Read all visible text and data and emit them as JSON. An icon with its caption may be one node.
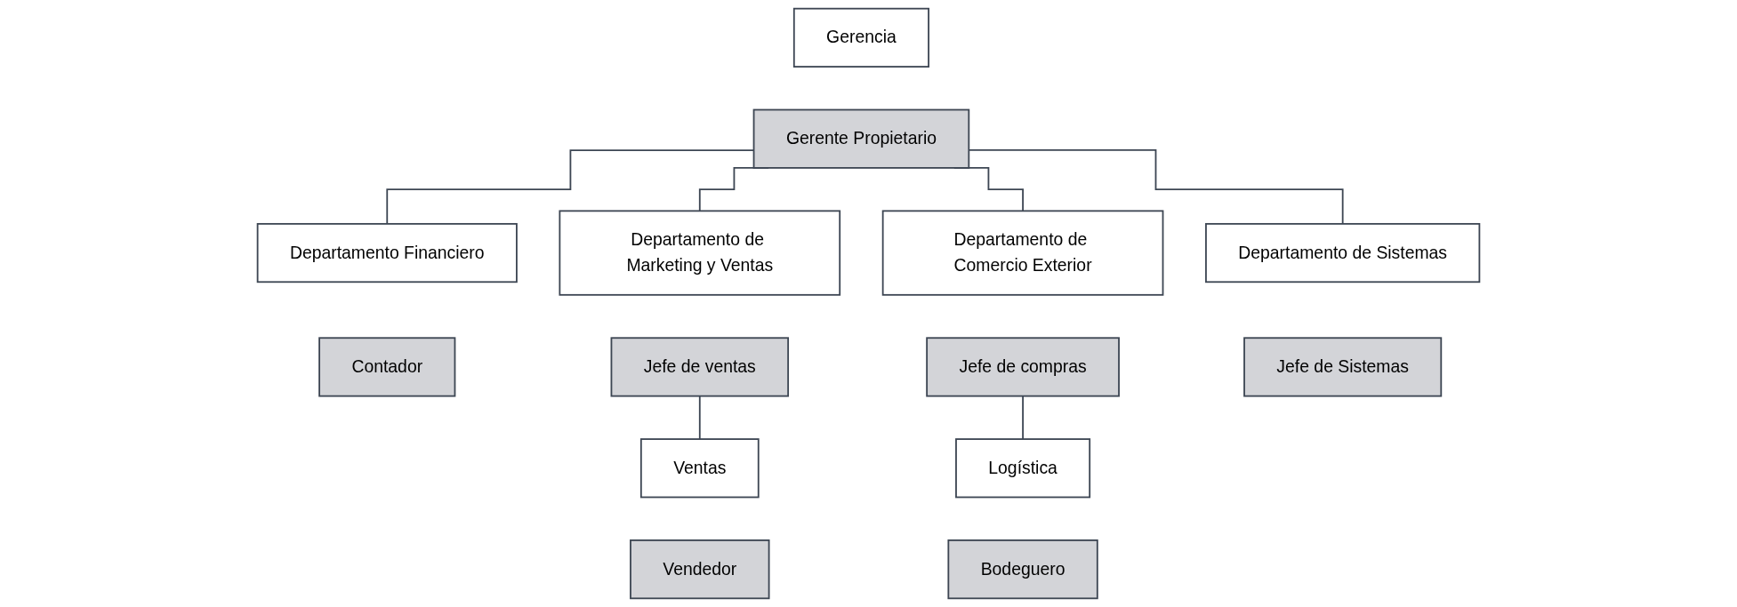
{
  "diagram": {
    "nodes": [
      {
        "text": [
          "Gerencia"
        ]
      },
      {
        "text": [
          "Gerente Propietario"
        ]
      },
      {
        "text": [
          "Departamento Financiero"
        ]
      },
      {
        "text": [
          "Contador"
        ]
      },
      {
        "text": [
          "Departamento de Marketing y Ventas"
        ]
      },
      {
        "text": [
          "Jefe de ventas"
        ]
      },
      {
        "text": [
          "Departamento de Comercio Exterior"
        ]
      },
      {
        "text": [
          "Jefe de compras"
        ]
      },
      {
        "text": [
          "Departamento de Sistemas"
        ]
      },
      {
        "text": [
          "Jefe de Sistemas"
        ]
      },
      {
        "text": [
          "Ventas"
        ]
      },
      {
        "text": [
          "Vendedor"
        ]
      },
      {
        "text": [
          "Logística"
        ]
      },
      {
        "text": [
          "Bodeguero"
        ]
      }
    ],
    "edges": [
      {
        "from": 1,
        "to": 2,
        "arrow": "none"
      },
      {
        "from": 1,
        "to": 4,
        "arrow": "none"
      },
      {
        "from": 1,
        "to": 6,
        "arrow": "none"
      },
      {
        "from": 1,
        "to": 8,
        "arrow": "none"
      },
      {
        "from": 5,
        "to": 10,
        "arrow": "none"
      },
      {
        "from": 7,
        "to": 12,
        "arrow": "none"
      }
    ]
  }
}
